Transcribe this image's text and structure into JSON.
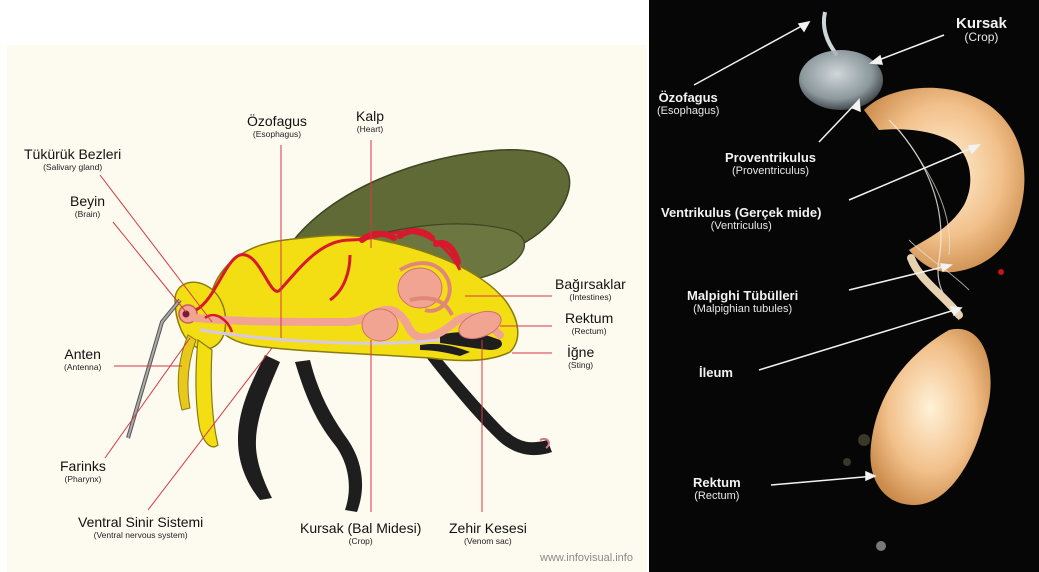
{
  "left_diagram": {
    "labels": {
      "esophagus": {
        "tr": "Özofagus",
        "en": "(Esophagus)"
      },
      "heart": {
        "tr": "Kalp",
        "en": "(Heart)"
      },
      "salivary": {
        "tr": "Tükürük Bezleri",
        "en": "(Salivary gland)"
      },
      "brain": {
        "tr": "Beyin",
        "en": "(Brain)"
      },
      "intestines": {
        "tr": "Bağırsaklar",
        "en": "(Intestines)"
      },
      "rectum": {
        "tr": "Rektum",
        "en": "(Rectum)"
      },
      "sting": {
        "tr": "İğne",
        "en": "(Sting)"
      },
      "antenna": {
        "tr": "Anten",
        "en": "(Antenna)"
      },
      "pharynx": {
        "tr": "Farinks",
        "en": "(Pharynx)"
      },
      "nervous": {
        "tr": "Ventral Sinir Sistemi",
        "en": "(Ventral nervous system)"
      },
      "crop": {
        "tr": "Kursak (Bal Midesi)",
        "en": "(Crop)"
      },
      "venom": {
        "tr": "Zehir Kesesi",
        "en": "(Venom sac)"
      }
    },
    "watermark": "www.infovisual.info"
  },
  "right_photo": {
    "labels": {
      "crop": {
        "tr": "Kursak",
        "en": "(Crop)"
      },
      "esophagus": {
        "tr": "Özofagus",
        "en": "(Esophagus)"
      },
      "proventriculus": {
        "tr": "Proventrikulus",
        "en": "(Proventriculus)"
      },
      "ventriculus": {
        "tr": "Ventrikulus (Gerçek mide)",
        "en": "(Ventriculus)"
      },
      "malpighi": {
        "tr": "Malpighi Tübülleri",
        "en": "(Malpighian tubules)"
      },
      "ileum": {
        "tr": "İleum",
        "en": ""
      },
      "rectum": {
        "tr": "Rektum",
        "en": "(Rectum)"
      }
    }
  },
  "colors": {
    "body_yellow": "#f3de14",
    "body_outline": "#8a7a10",
    "wing": "#5f6a36",
    "leg": "#1e1e1e",
    "organ_pink": "#f2a493",
    "vessel_red": "#d8182c",
    "pointer_line": "#d23a44",
    "photo_bg": "#060606",
    "gut_tissue": "#f0c89a"
  }
}
